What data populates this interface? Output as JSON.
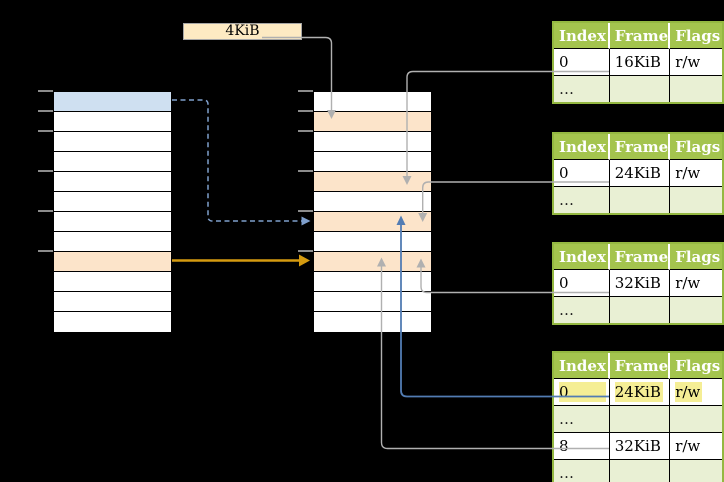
{
  "page_size_label": "4KiB",
  "columns": {
    "virtual": {
      "rows": [
        "blue",
        "white",
        "white",
        "white",
        "white",
        "white",
        "white",
        "white",
        "orange",
        "white",
        "white",
        "white"
      ]
    },
    "physical": {
      "rows": [
        "white",
        "orange",
        "white",
        "white",
        "orange",
        "white",
        "orange",
        "white",
        "orange",
        "white",
        "white",
        "white"
      ]
    }
  },
  "page_tables": [
    {
      "headers": [
        "Index",
        "Frame",
        "Flags"
      ],
      "rows": [
        {
          "cells": [
            "0",
            "16KiB",
            "r/w"
          ],
          "dots": false,
          "highlight": false
        },
        {
          "cells": [
            "…",
            "",
            ""
          ],
          "dots": true,
          "highlight": false
        }
      ]
    },
    {
      "headers": [
        "Index",
        "Frame",
        "Flags"
      ],
      "rows": [
        {
          "cells": [
            "0",
            "24KiB",
            "r/w"
          ],
          "dots": false,
          "highlight": false
        },
        {
          "cells": [
            "…",
            "",
            ""
          ],
          "dots": true,
          "highlight": false
        }
      ]
    },
    {
      "headers": [
        "Index",
        "Frame",
        "Flags"
      ],
      "rows": [
        {
          "cells": [
            "0",
            "32KiB",
            "r/w"
          ],
          "dots": false,
          "highlight": false
        },
        {
          "cells": [
            "…",
            "",
            ""
          ],
          "dots": true,
          "highlight": false
        }
      ]
    },
    {
      "headers": [
        "Index",
        "Frame",
        "Flags"
      ],
      "rows": [
        {
          "cells": [
            "0",
            "24KiB",
            "r/w"
          ],
          "dots": false,
          "highlight": true
        },
        {
          "cells": [
            "…",
            "",
            ""
          ],
          "dots": true,
          "highlight": false
        },
        {
          "cells": [
            "8",
            "32KiB",
            "r/w"
          ],
          "dots": false,
          "highlight": false
        },
        {
          "cells": [
            "…",
            "",
            ""
          ],
          "dots": true,
          "highlight": false
        }
      ]
    }
  ],
  "colors": {
    "table_header_green": "#a4c44e",
    "table_border_green": "#94b841",
    "table_alt_row_green": "#e9f0d4",
    "frame_orange": "#fce4ca",
    "page_blue": "#cfe0f1",
    "label_cream": "#fdeac3",
    "highlight_yellow": "#f5ee95",
    "connector_gray": "#b0b0b0",
    "connector_blue": "#527cb3",
    "connector_blue_dashed": "#7f9fcc",
    "connector_orange": "#d59b10"
  }
}
